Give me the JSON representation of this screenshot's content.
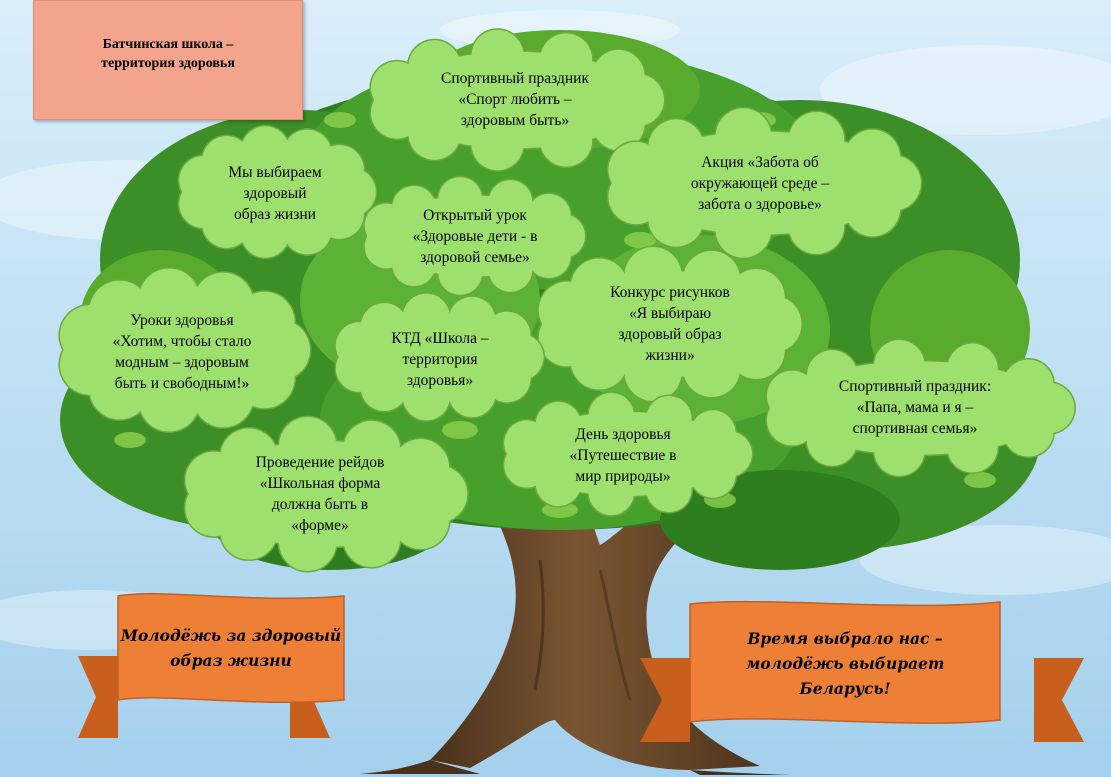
{
  "title": "Батчинская школа –\nтерритория здоровья",
  "clouds": [
    {
      "text": "Спортивный праздник\n«Спорт любить –\nздоровым быть»"
    },
    {
      "text": "Мы выбираем\nздоровый\nобраз жизни"
    },
    {
      "text": "Акция «Забота об\nокружающей среде –\nзабота о здоровье»"
    },
    {
      "text": "Открытый урок\n«Здоровые дети - в\nздоровой семье»"
    },
    {
      "text": "Конкурс рисунков\n«Я выбираю\nздоровый образ\nжизни»"
    },
    {
      "text": "Уроки здоровья\n«Хотим, чтобы стало\nмодным – здоровым\nбыть и свободным!»"
    },
    {
      "text": "КТД «Школа –\nтерритория\nздоровья»"
    },
    {
      "text": "Спортивный праздник:\n«Папа, мама и я –\nспортивная семья»"
    },
    {
      "text": "День здоровья\n«Путешествие в\nмир природы»"
    },
    {
      "text": "Проведение рейдов\n«Школьная форма\nдолжна быть в\n«форме»"
    }
  ],
  "banners": [
    {
      "text": "Молодёжь за здоровый\nобраз жизни"
    },
    {
      "text": "Время выбрало нас –\nмолодёжь выбирает\nБеларусь!"
    }
  ],
  "colors": {
    "sky_top": "#d6ecf8",
    "sky_bottom": "#a9d3ee",
    "leaf_dark": "#2e7d1f",
    "leaf_mid": "#58ab2c",
    "leaf_light": "#8fd14f",
    "cloud_fill": "#9ee06d",
    "cloud_stroke": "#6aa83e",
    "trunk": "#6b4a2b",
    "trunk_dark": "#4a311b",
    "banner_fill": "#ee7f36",
    "banner_dark": "#c85f1c",
    "title_fill": "#f2a48c"
  }
}
